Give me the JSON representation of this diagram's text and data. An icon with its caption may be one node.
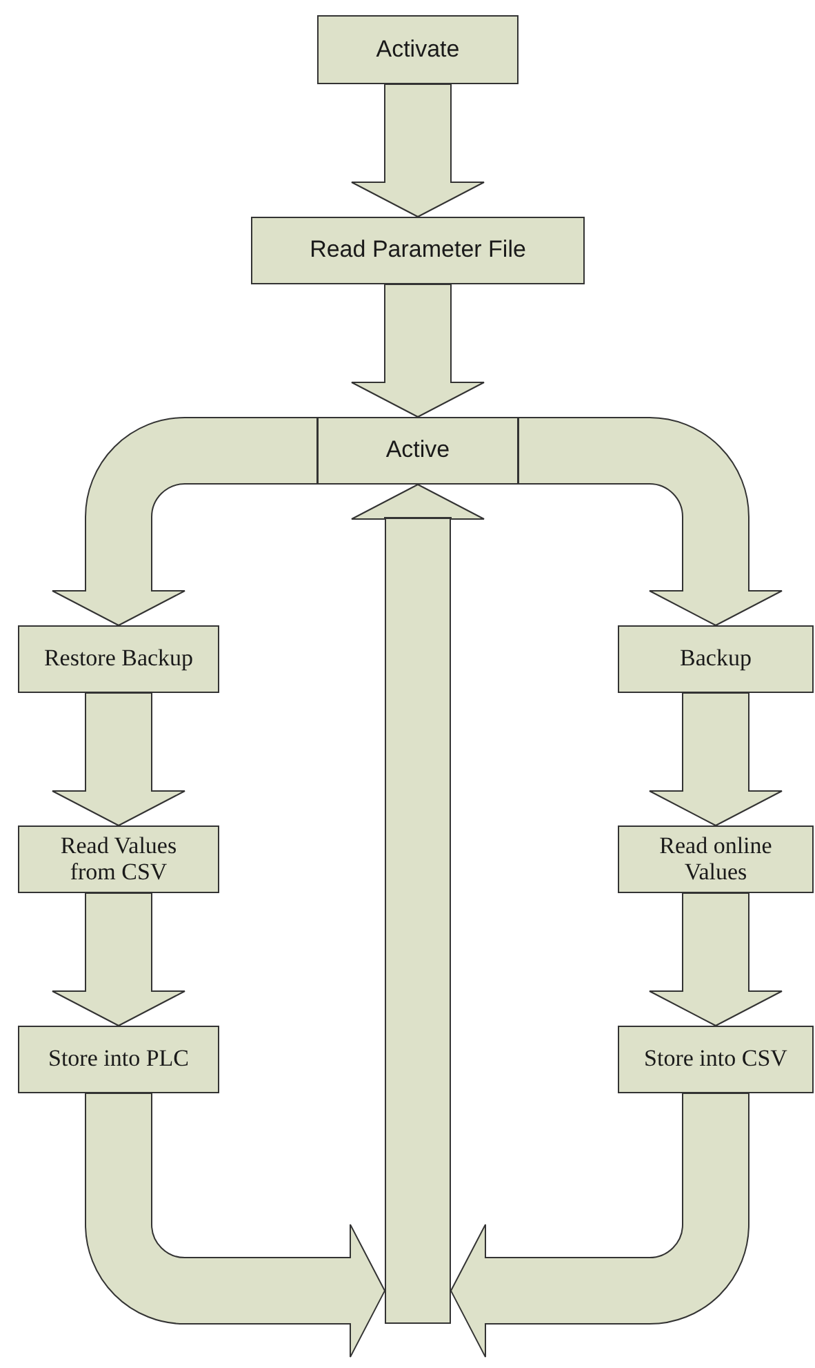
{
  "diagram": {
    "nodes": [
      {
        "text": [
          "Activate"
        ]
      },
      {
        "text": [
          "Read Parameter File"
        ]
      },
      {
        "text": [
          "Active"
        ]
      },
      {
        "text": [
          "Restore Backup"
        ]
      },
      {
        "text": [
          "Read Values from CSV"
        ]
      },
      {
        "text": [
          "Store into PLC"
        ]
      },
      {
        "text": [
          "Backup"
        ]
      },
      {
        "text": [
          "Read online Values"
        ]
      },
      {
        "text": [
          "Store into CSV"
        ]
      },
      {
        "text": [],
        "shape": "bar"
      }
    ],
    "edges": [
      {
        "from": 0,
        "to": 1,
        "arrow": "to"
      },
      {
        "from": 1,
        "to": 2,
        "arrow": "to"
      },
      {
        "from": 2,
        "to": 3,
        "arrow": "to"
      },
      {
        "from": 2,
        "to": 6,
        "arrow": "to"
      },
      {
        "from": 3,
        "to": 4,
        "arrow": "to"
      },
      {
        "from": 4,
        "to": 5,
        "arrow": "to"
      },
      {
        "from": 6,
        "to": 7,
        "arrow": "to"
      },
      {
        "from": 7,
        "to": 8,
        "arrow": "to"
      },
      {
        "from": 5,
        "to": 9,
        "arrow": "to"
      },
      {
        "from": 8,
        "to": 9,
        "arrow": "to"
      },
      {
        "from": 9,
        "to": 2,
        "arrow": "to"
      }
    ]
  }
}
